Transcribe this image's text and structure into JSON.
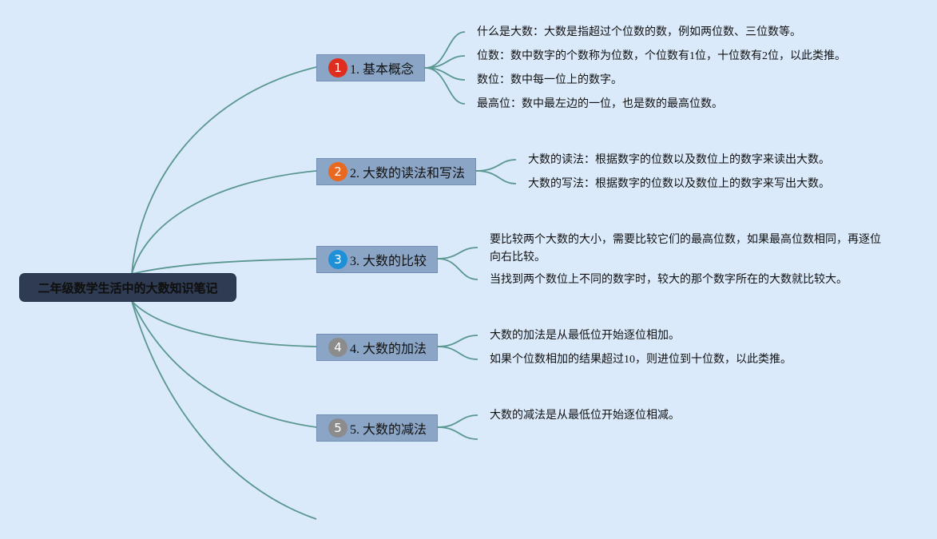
{
  "root": {
    "title": "二年级数学生活中的大数知识笔记"
  },
  "branches": [
    {
      "badge": "1",
      "badge_color": "#e02e1e",
      "label": "1. 基本概念",
      "leaves": [
        "什么是大数：大数是指超过个位数的数，例如两位数、三位数等。",
        "位数：数中数字的个数称为位数，个位数有1位，十位数有2位，以此类推。",
        "数位：数中每一位上的数字。",
        "最高位：数中最左边的一位，也是数的最高位数。"
      ]
    },
    {
      "badge": "2",
      "badge_color": "#e8691f",
      "label": "2. 大数的读法和写法",
      "leaves": [
        "大数的读法：根据数字的位数以及数位上的数字来读出大数。",
        "大数的写法：根据数字的位数以及数位上的数字来写出大数。"
      ]
    },
    {
      "badge": "3",
      "badge_color": "#1e90d8",
      "label": "3. 大数的比较",
      "leaves": [
        "要比较两个大数的大小，需要比较它们的最高位数，如果最高位数相同，再逐位",
        "向右比较。",
        "当找到两个数位上不同的数字时，较大的那个数字所在的大数就比较大。"
      ]
    },
    {
      "badge": "4",
      "badge_color": "#8c8c8c",
      "label": "4. 大数的加法",
      "leaves": [
        "大数的加法是从最低位开始逐位相加。",
        "如果个位数相加的结果超过10，则进位到十位数，以此类推。"
      ]
    },
    {
      "badge": "5",
      "badge_color": "#8c8c8c",
      "label": "5. 大数的减法",
      "leaves": [
        "大数的减法是从最低位开始逐位相减。"
      ]
    }
  ],
  "colors": {
    "background": "#dbeafb",
    "connector": "#5a9790",
    "root_bg": "#2e3b52",
    "branch_bg": "#8aa5c6"
  }
}
